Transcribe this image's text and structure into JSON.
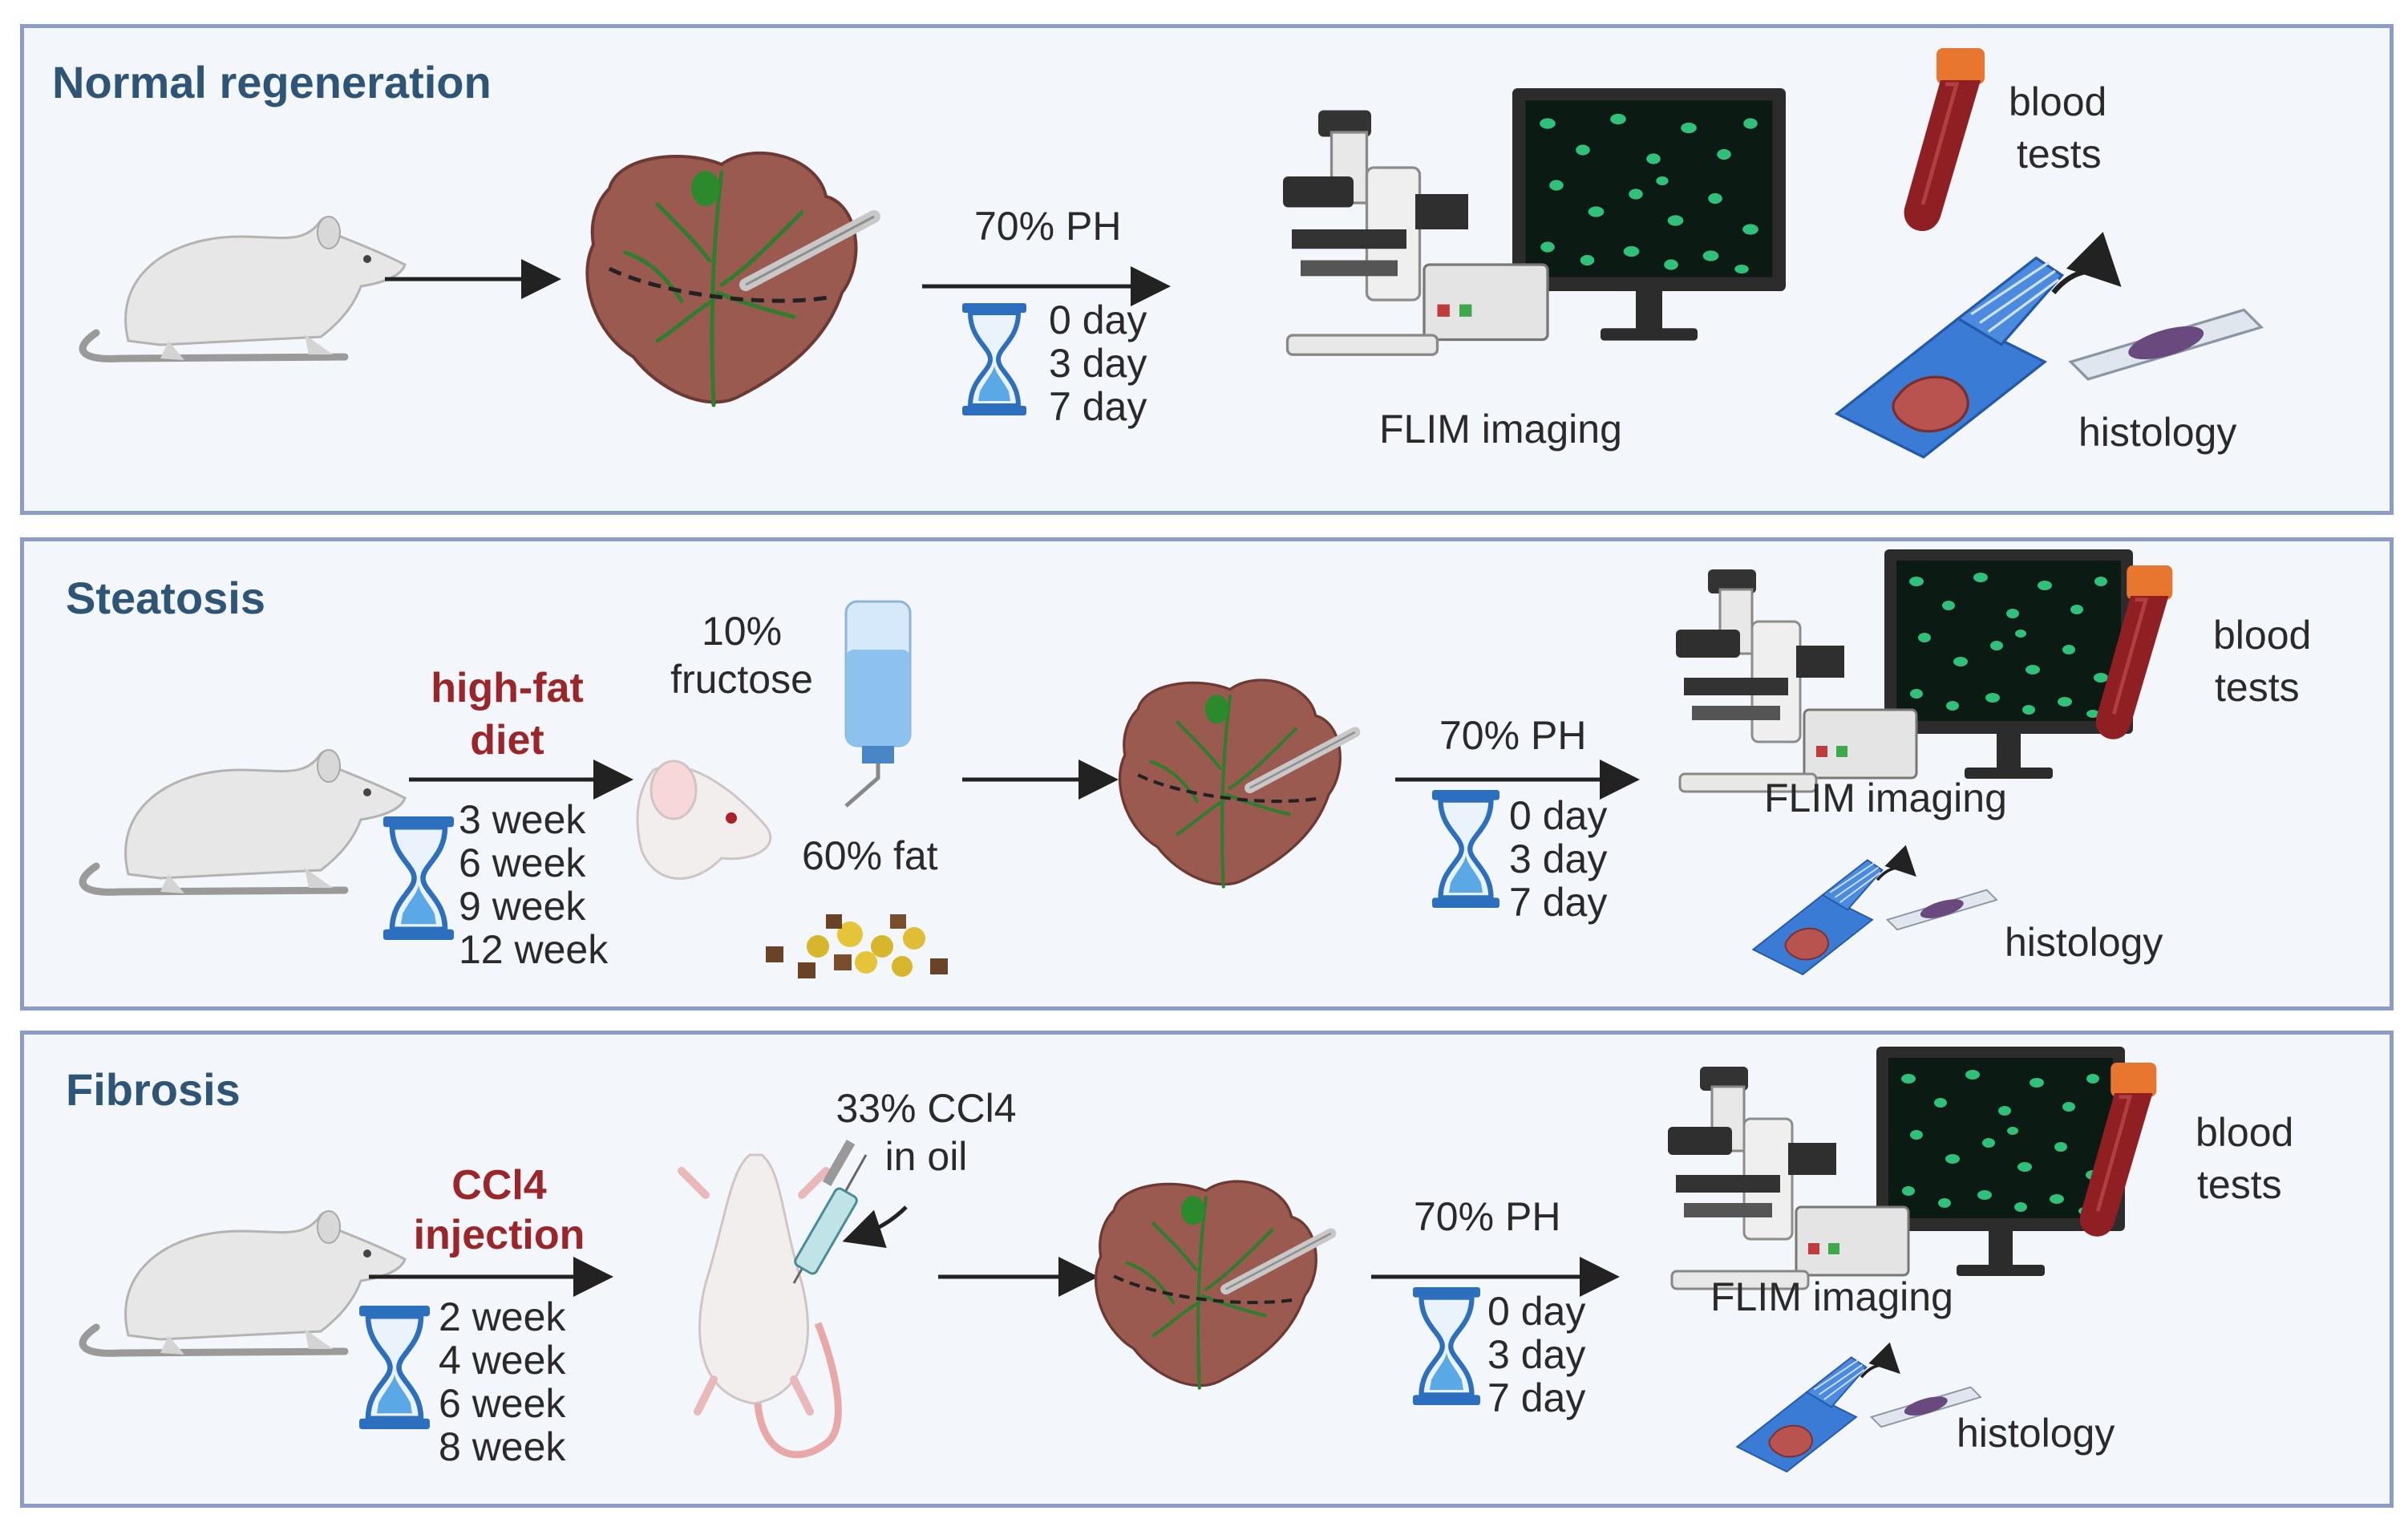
{
  "panels": [
    {
      "title": "Normal regeneration",
      "procedure": "70% PH",
      "timepoints": [
        "0 day",
        "3 day",
        "7 day"
      ],
      "imaging": "FLIM imaging",
      "blood": [
        "blood",
        "tests"
      ],
      "histology": "histology"
    },
    {
      "title": "Steatosis",
      "treatment": [
        "high-fat",
        "diet"
      ],
      "durations": [
        "3 week",
        "6 week",
        "9 week",
        "12 week"
      ],
      "water": [
        "10%",
        "fructose"
      ],
      "food": "60% fat",
      "procedure": "70% PH",
      "timepoints": [
        "0 day",
        "3 day",
        "7 day"
      ],
      "imaging": "FLIM imaging",
      "blood": [
        "blood",
        "tests"
      ],
      "histology": "histology"
    },
    {
      "title": "Fibrosis",
      "treatment": [
        "CCl4",
        "injection"
      ],
      "durations": [
        "2 week",
        "4 week",
        "6 week",
        "8 week"
      ],
      "injection": [
        "33% CCl4",
        "in oil"
      ],
      "procedure": "70% PH",
      "timepoints": [
        "0 day",
        "3 day",
        "7 day"
      ],
      "imaging": "FLIM imaging",
      "blood": [
        "blood",
        "tests"
      ],
      "histology": "histology"
    }
  ],
  "colors": {
    "panel_border": "#8a9cc7",
    "panel_fill": "#f3f6fb",
    "title": "#2e5576",
    "treatment": "#9b2528",
    "liver": "#9b5a50",
    "vessel": "#2f7d2f",
    "hourglass": "#2d6fbf",
    "blood_tube": "#8f1f22",
    "tube_cap": "#e8762e"
  }
}
